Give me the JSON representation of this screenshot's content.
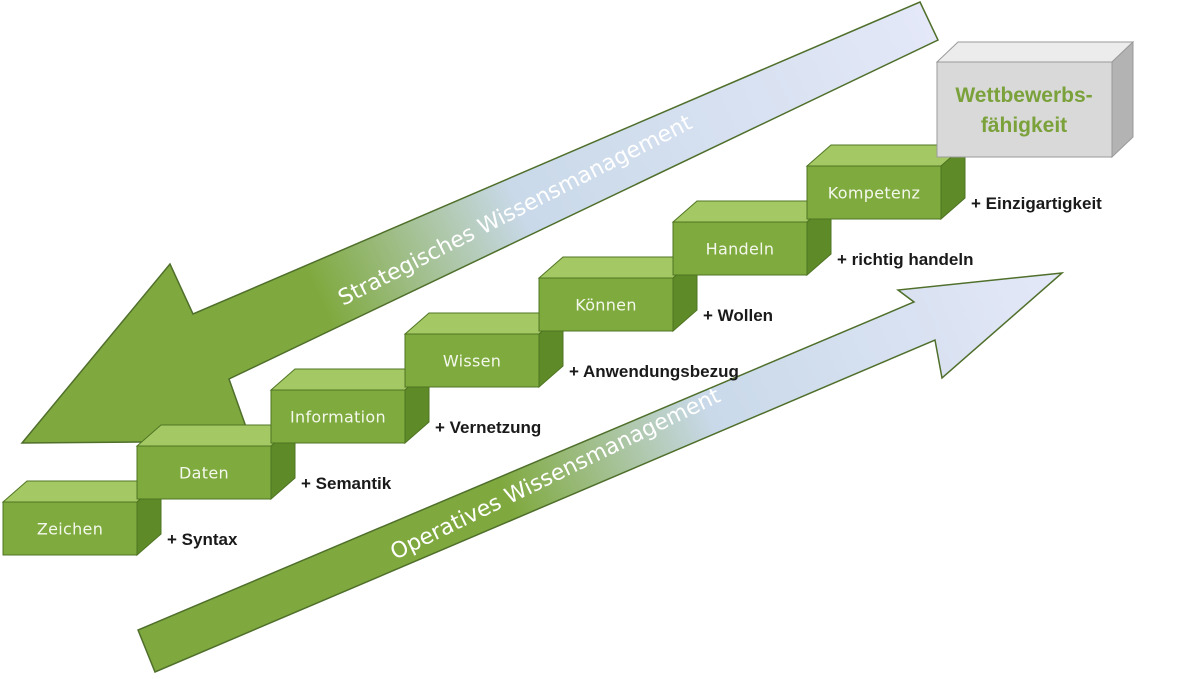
{
  "arrows": {
    "strategic_label": "Strategisches Wissensmanagement",
    "operative_label": "Operatives Wissensmanagement",
    "green": "#7fa93e",
    "light": "#dfe6f7"
  },
  "steps": [
    {
      "label": "Zeichen",
      "addition": "+ Syntax"
    },
    {
      "label": "Daten",
      "addition": "+ Semantik"
    },
    {
      "label": "Information",
      "addition": "+ Vernetzung"
    },
    {
      "label": "Wissen",
      "addition": "+ Anwendungsbezug"
    },
    {
      "label": "Können",
      "addition": "+ Wollen"
    },
    {
      "label": "Handeln",
      "addition": "+ richtig handeln"
    },
    {
      "label": "Kompetenz",
      "addition": "+ Einzigartigkeit"
    }
  ],
  "goal": {
    "line1": "Wettbewerbs-",
    "line2": "fähigkeit"
  },
  "colors": {
    "step_front": "#7eaa3e",
    "step_top": "#a4c964",
    "step_side": "#5e8a28",
    "goal_front": "#d9d9d9",
    "goal_top": "#ececec",
    "goal_side": "#b3b3b3",
    "goal_text": "#7aa13a"
  }
}
